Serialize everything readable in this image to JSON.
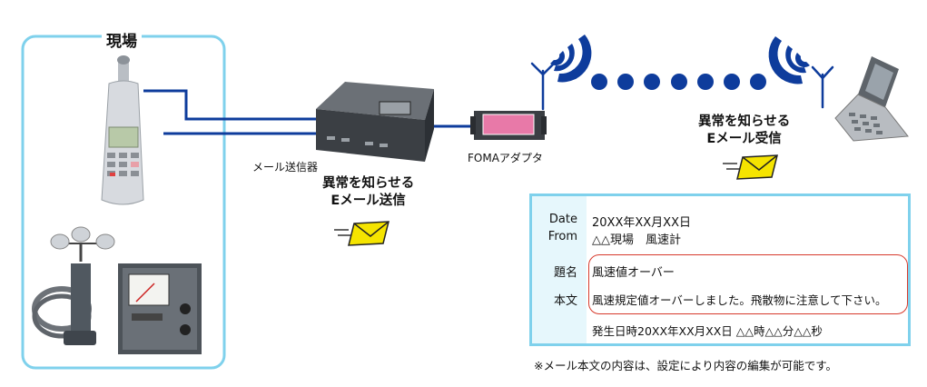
{
  "site": {
    "title": "現場"
  },
  "labels": {
    "mail_sender": "メール送信器",
    "foma_adapter": "FOMAアダプタ"
  },
  "send_message": {
    "line1": "異常を知らせる",
    "line2": "Eメール送信"
  },
  "receive_message": {
    "line1": "異常を知らせる",
    "line2": "Eメール受信"
  },
  "email": {
    "date_label": "Date",
    "date_value": "20XX年XX月XX日",
    "from_label": "From",
    "from_value": "△△現場　風速計",
    "subject_label": "題名",
    "subject_value": "風速値オーバー",
    "body_label": "本文",
    "body_value": "風速規定値オーバーしました。飛散物に注意して下さい。",
    "occurred": "発生日時20XX年XX月XX日 △△時△△分△△秒"
  },
  "footnote": "※メール本文の内容は、設定により内容の編集が可能です。",
  "colors": {
    "accent_blue": "#0e3c9c",
    "frame_blue": "#7fd1ec",
    "envelope_yellow": "#f5e400",
    "highlight_red": "#d73a2c"
  }
}
